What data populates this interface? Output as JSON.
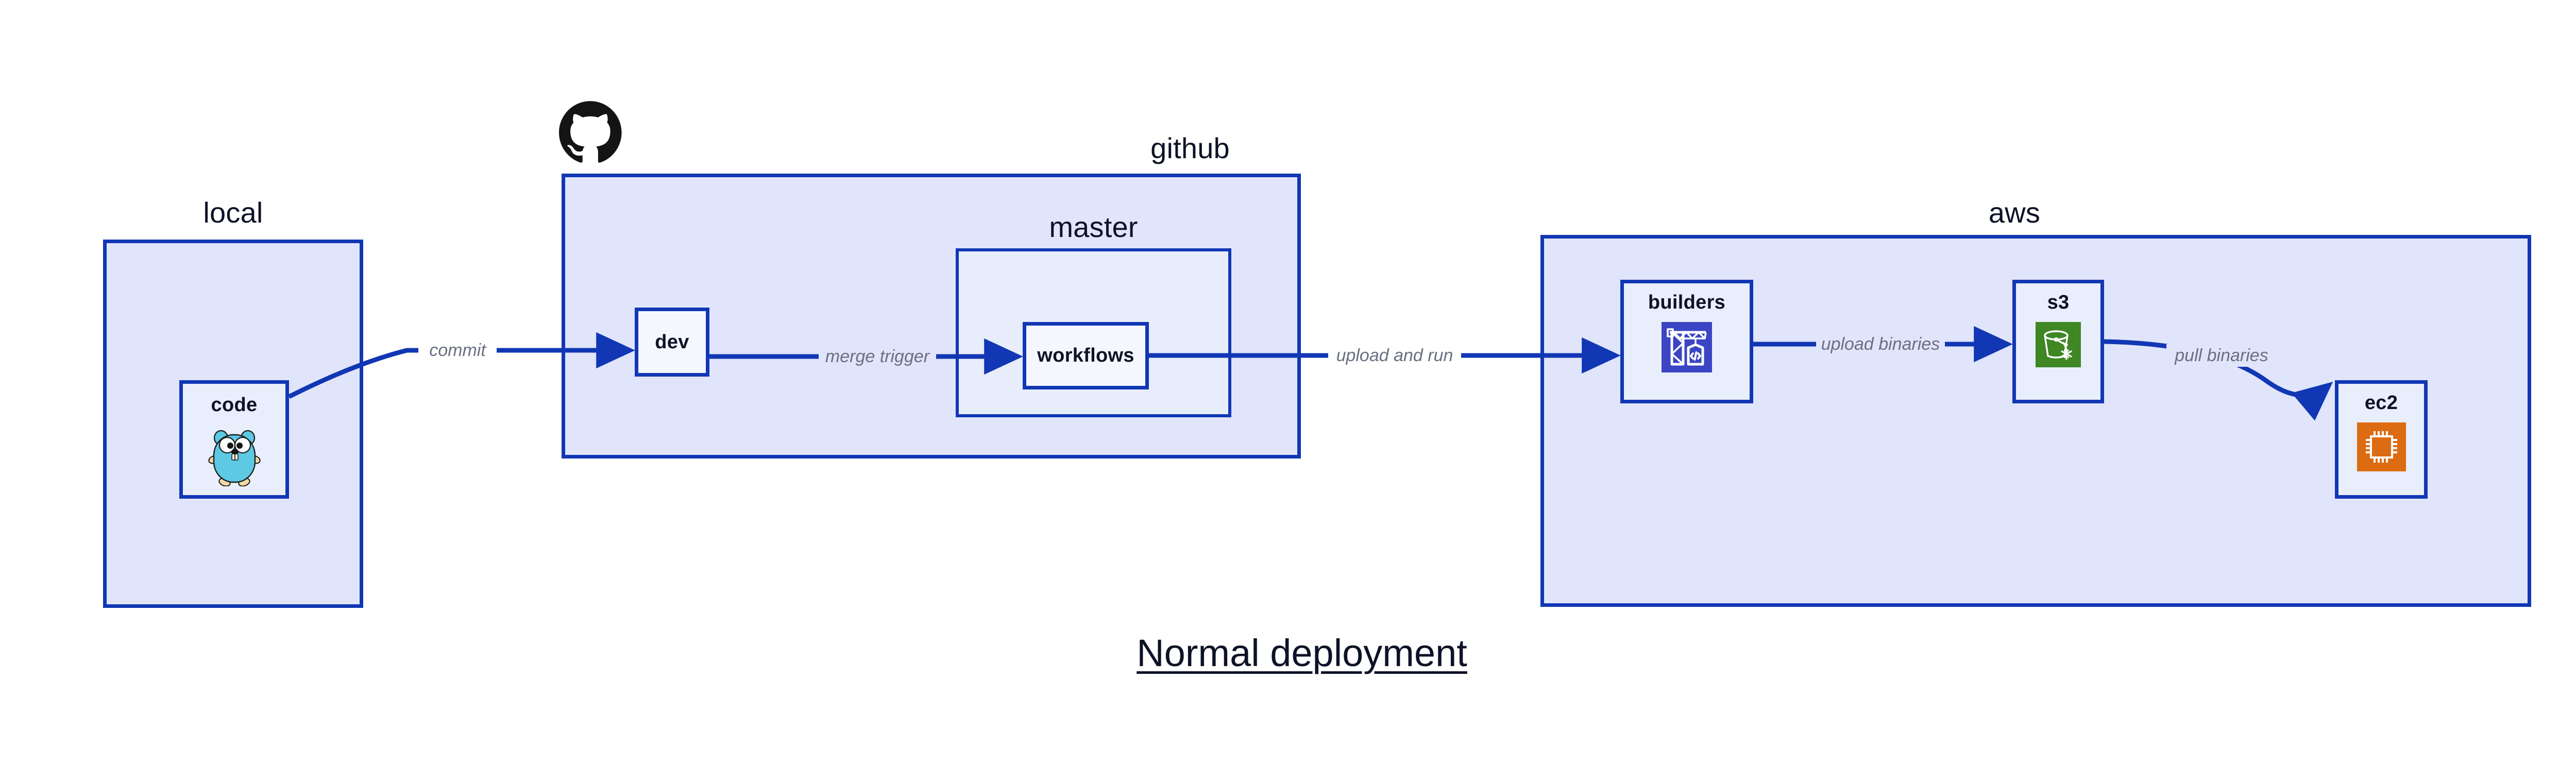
{
  "diagram": {
    "title": "Normal deployment",
    "accent_color": "#1137b4",
    "group_fill": "#e1e5fb",
    "nested_fill": "#e8edfb",
    "node_fill": "#e9eefc",
    "label_color": "#0d1226",
    "edge_label_color": "#6a7080"
  },
  "groups": [
    {
      "id": "local",
      "label": "local"
    },
    {
      "id": "github",
      "label": "github"
    },
    {
      "id": "master",
      "label": "master"
    },
    {
      "id": "aws",
      "label": "aws"
    }
  ],
  "nodes": [
    {
      "id": "code",
      "label": "code",
      "icon": "go-gopher-icon",
      "icon_color": "#5dc9e2"
    },
    {
      "id": "dev",
      "label": "dev",
      "icon": null,
      "icon_color": null
    },
    {
      "id": "workflows",
      "label": "workflows",
      "icon": null,
      "icon_color": null
    },
    {
      "id": "builders",
      "label": "builders",
      "icon": "aws-codebuild-icon",
      "icon_color": "#3b44c4"
    },
    {
      "id": "s3",
      "label": "s3",
      "icon": "aws-s3-glacier-icon",
      "icon_color": "#3f8624"
    },
    {
      "id": "ec2",
      "label": "ec2",
      "icon": "aws-ec2-icon",
      "icon_color": "#dd6b11"
    }
  ],
  "edges": [
    {
      "id": "code-to-dev",
      "label": "commit",
      "from": "code",
      "to": "dev"
    },
    {
      "id": "dev-to-workflows",
      "label": "merge trigger",
      "from": "dev",
      "to": "workflows"
    },
    {
      "id": "workflows-to-builders",
      "label": "upload and run",
      "from": "workflows",
      "to": "builders"
    },
    {
      "id": "builders-to-s3",
      "label": "upload binaries",
      "from": "builders",
      "to": "s3"
    },
    {
      "id": "s3-to-ec2",
      "label": "pull binaries",
      "from": "s3",
      "to": "ec2"
    }
  ],
  "logos": [
    {
      "id": "github-octocat",
      "name": "github-octocat-logo",
      "color": "#141414"
    }
  ]
}
